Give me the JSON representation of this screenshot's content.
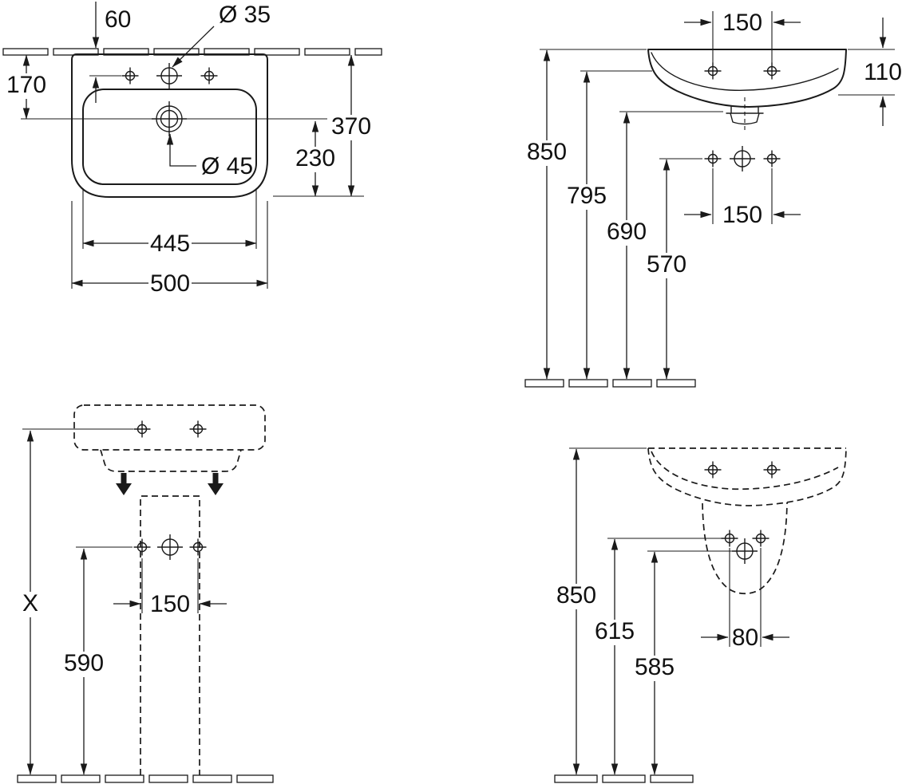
{
  "colors": {
    "line": "#1a1a1a",
    "background": "#ffffff"
  },
  "views": {
    "plan": {
      "dims": {
        "wall_to_tap_hole": "60",
        "tap_hole_dia": "Ø 35",
        "wall_to_drain": "170",
        "overall_depth": "370",
        "drain_to_front": "230",
        "drain_dia": "Ø 45",
        "bowl_width": "445",
        "overall_width": "500"
      }
    },
    "side_wall_hung": {
      "dims": {
        "tap_hole_spacing": "150",
        "basin_edge_height": "110",
        "rim_height": "850",
        "front_underside_height": "795",
        "rear_underside_height": "690",
        "fixing_holes_height": "570",
        "fixing_holes_spacing": "150"
      }
    },
    "front_pedestal": {
      "dims": {
        "rim_height": "X",
        "pedestal_holes_height": "590",
        "pedestal_holes_spacing": "150"
      }
    },
    "side_pedestal": {
      "dims": {
        "rim_height": "850",
        "fixing_holes_height": "615",
        "outlet_height": "585",
        "outlet_spacing": "80"
      }
    }
  }
}
